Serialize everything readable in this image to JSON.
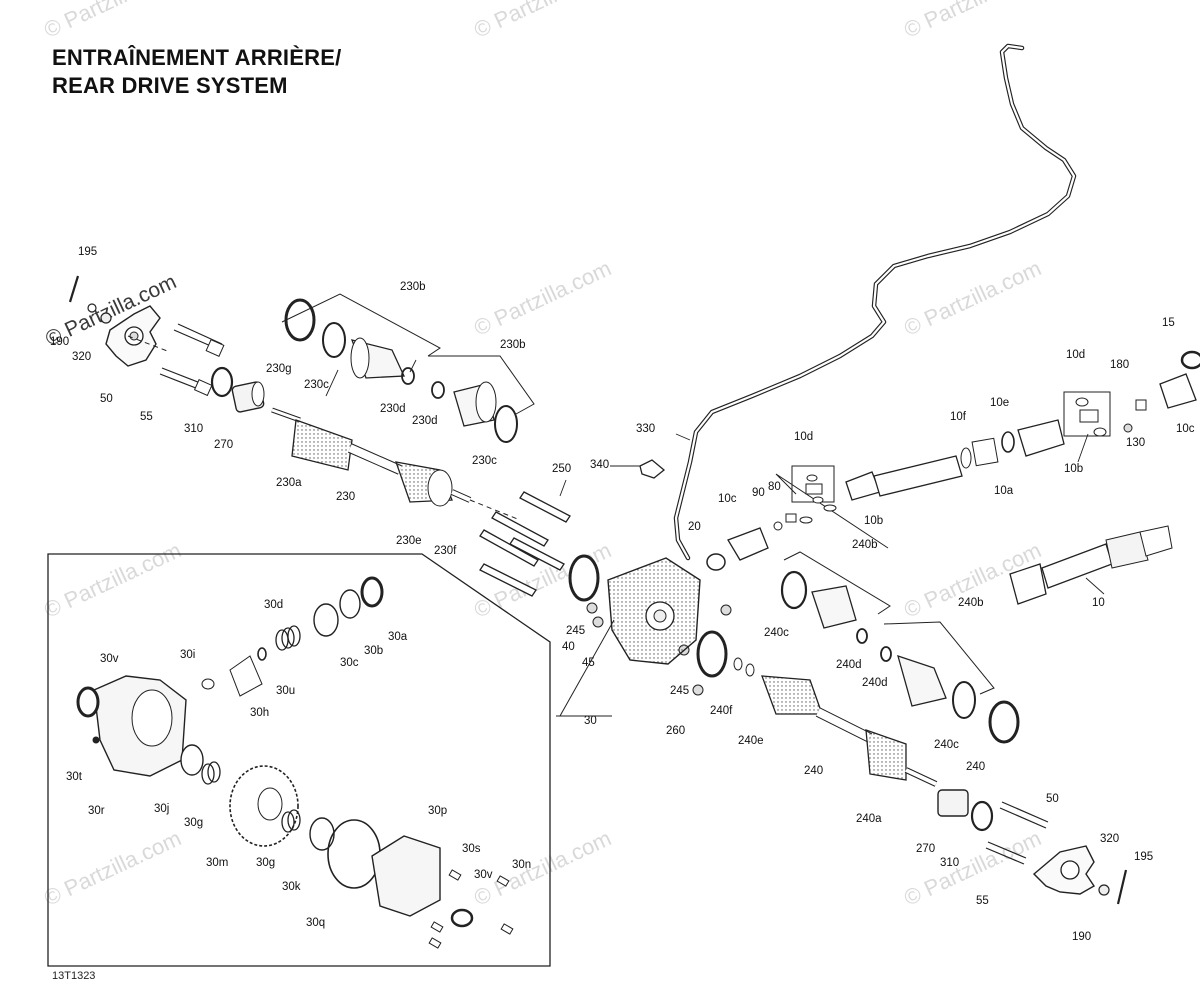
{
  "title": {
    "line1": "ENTRAÎNEMENT ARRIÈRE/",
    "line2": "REAR DRIVE SYSTEM"
  },
  "watermark": {
    "text": "© Partzilla.com"
  },
  "diagram_code": "13T1323",
  "callouts": {
    "c195a": "195",
    "c190a": "190",
    "c320a": "320",
    "c50a": "50",
    "c55a": "55",
    "c310a": "310",
    "c270a": "270",
    "c230g": "230g",
    "c230b1": "230b",
    "c230c1": "230c",
    "c230d1": "230d",
    "c230d2": "230d",
    "c230b2": "230b",
    "c230c2": "230c",
    "c230a": "230a",
    "c230": "230",
    "c230e": "230e",
    "c230f": "230f",
    "c250": "250",
    "c330": "330",
    "c340": "340",
    "c20": "20",
    "c10c1": "10c",
    "c90": "90",
    "c80": "80",
    "c10d1": "10d",
    "c10b1": "10b",
    "c10f": "10f",
    "c10e": "10e",
    "c10a": "10a",
    "c10d2": "10d",
    "c180": "180",
    "c15": "15",
    "c130": "130",
    "c10b2": "10b",
    "c10c2": "10c",
    "c240b1": "240b",
    "c240b2": "240b",
    "c10": "10",
    "c240c1": "240c",
    "c240d1": "240d",
    "c240d2": "240d",
    "c240c2": "240c",
    "c240": "240",
    "c240e": "240e",
    "c240f": "240f",
    "c240a": "240a",
    "c240x": "240",
    "c245a": "245",
    "c245b": "245",
    "c40": "40",
    "c45": "45",
    "c260": "260",
    "c30": "30",
    "c50b": "50",
    "c320b": "320",
    "c195b": "195",
    "c270b": "270",
    "c310b": "310",
    "c55b": "55",
    "c190b": "190",
    "c30d": "30d",
    "c30a": "30a",
    "c30b": "30b",
    "c30c": "30c",
    "c30i": "30i",
    "c30u": "30u",
    "c30h": "30h",
    "c30v1": "30v",
    "c30t": "30t",
    "c30r": "30r",
    "c30j": "30j",
    "c30g1": "30g",
    "c30m": "30m",
    "c30g2": "30g",
    "c30k": "30k",
    "c30p": "30p",
    "c30s": "30s",
    "c30v2": "30v",
    "c30n": "30n",
    "c30q": "30q"
  }
}
